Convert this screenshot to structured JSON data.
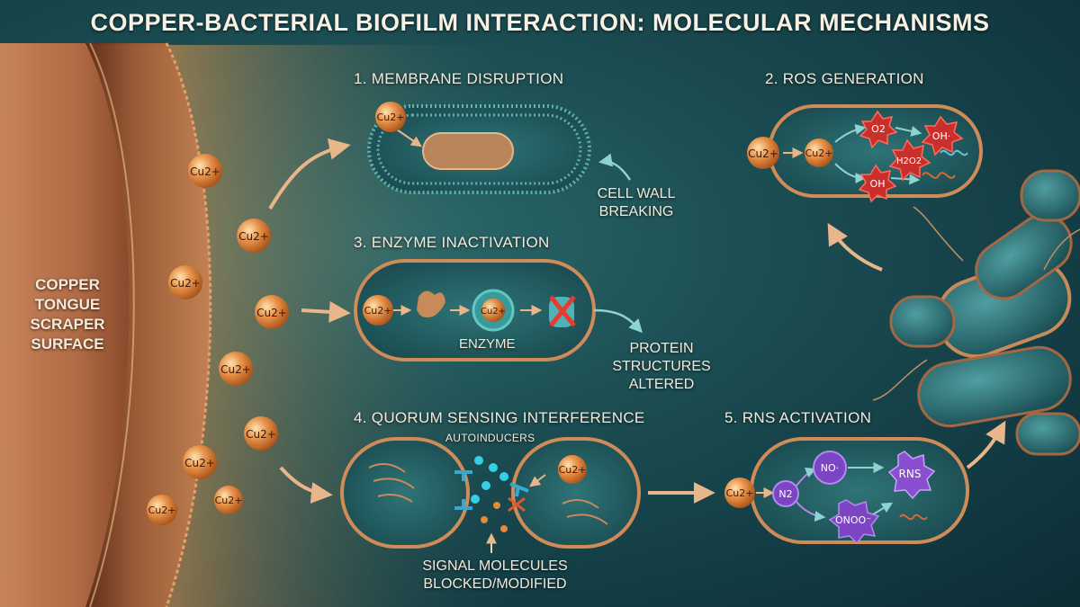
{
  "title": "COPPER-BACTERIAL BIOFILM INTERACTION: MOLECULAR MECHANISMS",
  "surface_label": [
    "COPPER",
    "TONGUE",
    "SCRAPER",
    "SURFACE"
  ],
  "ion_label": "Cu2+",
  "sections": {
    "membrane": {
      "title": "1. MEMBRANE DISRUPTION",
      "note": [
        "CELL WALL",
        "BREAKING"
      ]
    },
    "ros": {
      "title": "2. ROS GENERATION",
      "species": [
        "O2",
        "OH·",
        "H2O2",
        "OH"
      ]
    },
    "enzyme": {
      "title": "3. ENZYME INACTIVATION",
      "enzyme_label": "ENZYME",
      "note": [
        "PROTEIN",
        "STRUCTURES",
        "ALTERED"
      ]
    },
    "quorum": {
      "title": "4. QUORUM SENSING INTERFERENCE",
      "autoinducers": "AUTOINDUCERS",
      "note": [
        "SIGNAL MOLECULES",
        "BLOCKED/MODIFIED"
      ]
    },
    "rns": {
      "title": "5. RNS ACTIVATION",
      "species": [
        "NO·",
        "N2",
        "ONOO⁻",
        "RNS"
      ]
    }
  },
  "colors": {
    "copper": "#d7894a",
    "background": "#1b4d52",
    "text": "#f2eadc",
    "ros_red": "#d63a3a",
    "rns_purple": "#8a4fd0"
  }
}
